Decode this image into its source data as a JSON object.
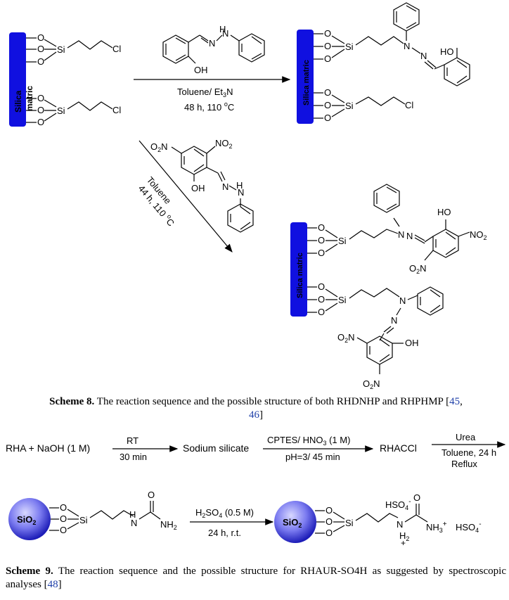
{
  "scheme8": {
    "silica_label": "Silica matric",
    "silica_label_line1": "Silica",
    "silica_label_line2": "matric",
    "atom_si": "Si",
    "atom_o": "O",
    "atom_cl": "Cl",
    "atom_n": "N",
    "atom_nh": "H",
    "oh": "OH",
    "ho": "HO",
    "no2": "NO",
    "o2n": "O",
    "top_arrow_conditions_1": "Toluene/ Et",
    "top_arrow_conditions_1_sub": "3",
    "top_arrow_conditions_1_end": "N",
    "top_arrow_conditions_2": "48 h, 110 ",
    "degC": "C",
    "diag_conditions_1": "Toluene",
    "diag_conditions_2": "44 h, 110 ",
    "caption_bold": "Scheme 8.",
    "caption_text": " The reaction sequence and the possible structure of both RHDNHP and RHPHMP [",
    "caption_ref1": "45",
    "caption_sep": ",",
    "caption_ref2": "46",
    "caption_end": "]"
  },
  "scheme9": {
    "reactants": "RHA + NaOH (1 M)",
    "step1_top": "RT",
    "step1_bottom": "30 min",
    "product1": "Sodium silicate",
    "step2_top": "CPTES/ HNO",
    "step2_top_sub": "3",
    "step2_top_end": " (1  M)",
    "step2_bottom": "pH=3/ 45 min",
    "product2": "RHACCl",
    "step3_top": "Urea",
    "step3_mid": "Toluene, 24 h",
    "step3_bottom": "Reflux",
    "sio2": "SiO",
    "sio2_sub": "2",
    "atom_o": "O",
    "atom_si": "Si",
    "atom_n": "N",
    "atom_h": "H",
    "nh2": "NH",
    "nh2_sub": "2",
    "nh3": "NH",
    "nh3_sub": "3",
    "plus": "+",
    "hso4": "HSO",
    "hso4_sub": "4",
    "minus": "-",
    "step4_top": "H",
    "step4_top_sub": "2",
    "step4_top_mid": "SO",
    "step4_top_sub2": "4",
    "step4_top_end": " (0.5 M)",
    "step4_bottom": "24 h, r.t.",
    "caption_bold": "Scheme 9.",
    "caption_text": " The reaction sequence and the possible structure for RHAUR-SO4H as suggested by spectroscopic analyses [",
    "caption_ref": "48",
    "caption_end": "]"
  },
  "colors": {
    "silica_blue": "#1010e0",
    "sphere_light": "#c9c9ff",
    "sphere_dark": "#2323c8",
    "ref_blue": "#1f3fa8"
  }
}
